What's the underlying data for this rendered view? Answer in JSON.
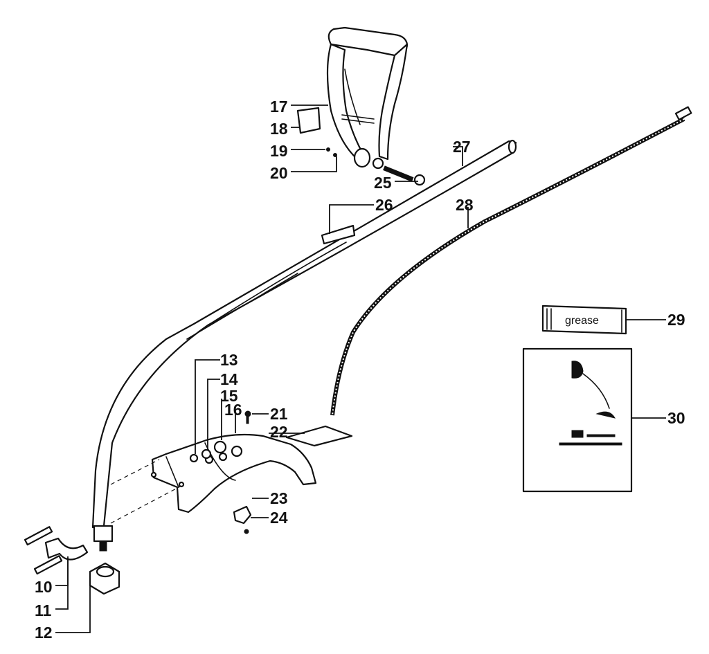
{
  "callouts": {
    "c10": "10",
    "c11": "11",
    "c12": "12",
    "c13": "13",
    "c14": "14",
    "c15": "15",
    "c16": "16",
    "c17": "17",
    "c18": "18",
    "c19": "19",
    "c20": "20",
    "c21": "21",
    "c22": "22",
    "c23": "23",
    "c24": "24",
    "c25": "25",
    "c26": "26",
    "c27": "27",
    "c28": "28",
    "c29": "29",
    "c30": "30"
  },
  "grease_package": {
    "label": "grease"
  },
  "colors": {
    "ink": "#111111",
    "paper": "#ffffff"
  }
}
